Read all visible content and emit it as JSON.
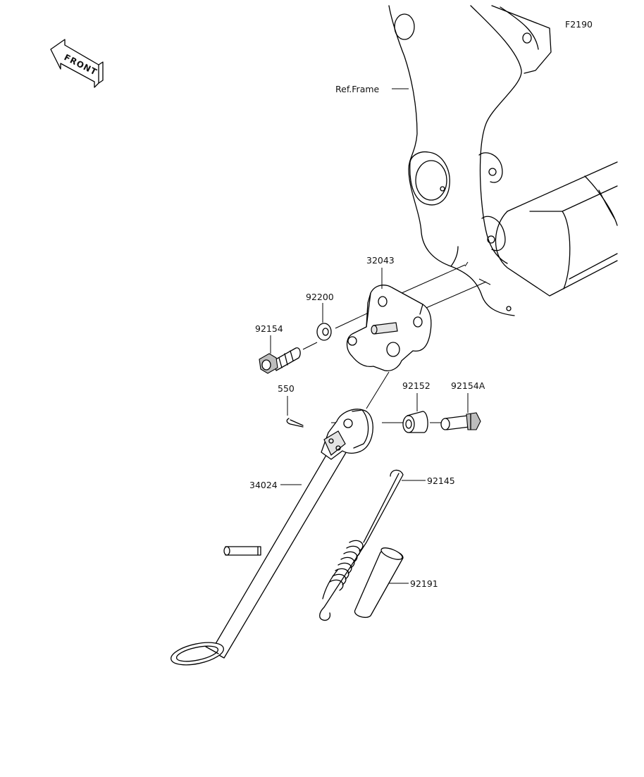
{
  "figure_code": "F2190",
  "front_label": "FRONT",
  "ref_frame_label": "Ref.Frame",
  "parts": [
    {
      "id": "p32043",
      "number": "32043"
    },
    {
      "id": "p92200",
      "number": "92200"
    },
    {
      "id": "p92154",
      "number": "92154"
    },
    {
      "id": "p550",
      "number": "550"
    },
    {
      "id": "p92152",
      "number": "92152"
    },
    {
      "id": "p92154A",
      "number": "92154A"
    },
    {
      "id": "p34024",
      "number": "34024"
    },
    {
      "id": "p92145",
      "number": "92145"
    },
    {
      "id": "p92191",
      "number": "92191"
    }
  ]
}
